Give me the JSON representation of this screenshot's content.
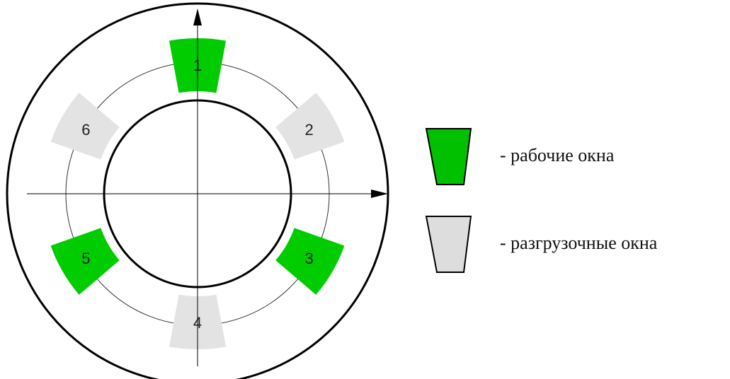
{
  "colors": {
    "working_fill": "#00cc00",
    "working_legend_fill": "#00c000",
    "unloading_fill": "#e3e3e3",
    "unloading_legend_fill": "#dddddd",
    "outline": "#000000",
    "axis": "#000000",
    "mid_circle": "#333333"
  },
  "windows": [
    {
      "label": "1",
      "type": "working"
    },
    {
      "label": "2",
      "type": "unloading"
    },
    {
      "label": "3",
      "type": "working"
    },
    {
      "label": "4",
      "type": "unloading"
    },
    {
      "label": "5",
      "type": "working"
    },
    {
      "label": "6",
      "type": "unloading"
    }
  ],
  "legend": {
    "working_label": "- рабочие окна",
    "unloading_label": "- разгрузочные окна"
  }
}
